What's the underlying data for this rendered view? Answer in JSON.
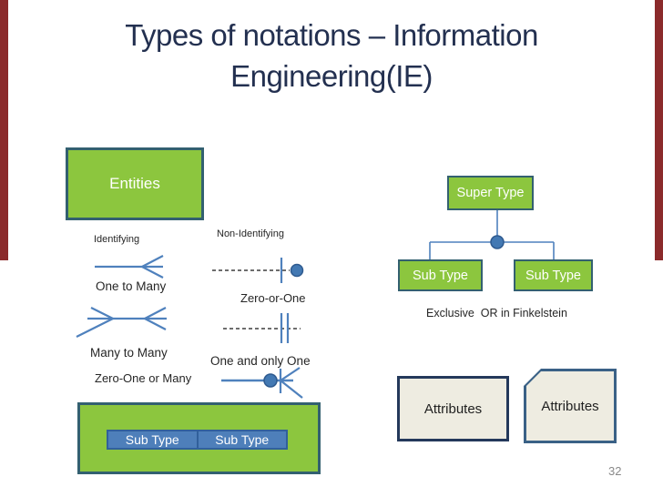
{
  "slide": {
    "title_line1": "Types of notations – Information",
    "title_line2": "Engineering(IE)",
    "page_number": "32"
  },
  "colors": {
    "accent_red": "#8B2A2B",
    "entity_green": "#8CC63E",
    "entity_border": "#336070",
    "steel_blue": "#4F81BD",
    "beige": "#EEECE1",
    "title_text": "#233050"
  },
  "left_panel": {
    "entities_label": "Entities",
    "labels": {
      "identifying": "Identifying",
      "non_identifying": "Non-Identifying",
      "one_to_many": "One to Many",
      "zero_or_one": "Zero-or-One",
      "many_to_many": "Many to Many",
      "one_and_only_one": "One and only One",
      "zero_one_or_many": "Zero-One or Many"
    },
    "subtype_bar": {
      "left_label": "Sub Type",
      "right_label": "Sub Type"
    }
  },
  "right_panel": {
    "super_type_label": "Super Type",
    "sub_type_left_label": "Sub Type",
    "sub_type_right_label": "Sub Type",
    "caption": "Exclusive  OR in Finkelstein",
    "attributes_crossed_label": "Attributes",
    "attributes_cut_label": "Attributes"
  },
  "icons": {
    "crow_foot": "one-to-many crow's foot",
    "filled_circle": "zero/optional circle",
    "bars": "one mandatory bars",
    "x_mark": "crossed-out attributes"
  }
}
